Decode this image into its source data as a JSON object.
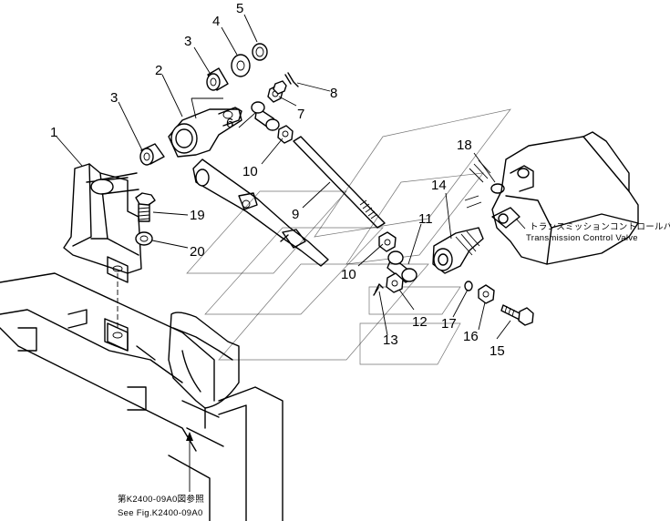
{
  "callouts": [
    {
      "id": "1",
      "label": "1"
    },
    {
      "id": "2",
      "label": "2"
    },
    {
      "id": "3a",
      "label": "3"
    },
    {
      "id": "3b",
      "label": "3"
    },
    {
      "id": "4",
      "label": "4"
    },
    {
      "id": "5",
      "label": "5"
    },
    {
      "id": "6",
      "label": "6"
    },
    {
      "id": "7",
      "label": "7"
    },
    {
      "id": "8",
      "label": "8"
    },
    {
      "id": "9",
      "label": "9"
    },
    {
      "id": "10a",
      "label": "10"
    },
    {
      "id": "10b",
      "label": "10"
    },
    {
      "id": "11",
      "label": "11"
    },
    {
      "id": "12",
      "label": "12"
    },
    {
      "id": "13",
      "label": "13"
    },
    {
      "id": "14",
      "label": "14"
    },
    {
      "id": "15",
      "label": "15"
    },
    {
      "id": "16",
      "label": "16"
    },
    {
      "id": "17",
      "label": "17"
    },
    {
      "id": "18",
      "label": "18"
    },
    {
      "id": "19",
      "label": "19"
    },
    {
      "id": "20",
      "label": "20"
    }
  ],
  "valve_label": {
    "jp": "トランスミッションコントロールバルブ",
    "en": "Transmission Control Valve"
  },
  "see_fig": {
    "jp": "第K2400-09A0図参照",
    "en": "See Fig.K2400-09A0"
  }
}
